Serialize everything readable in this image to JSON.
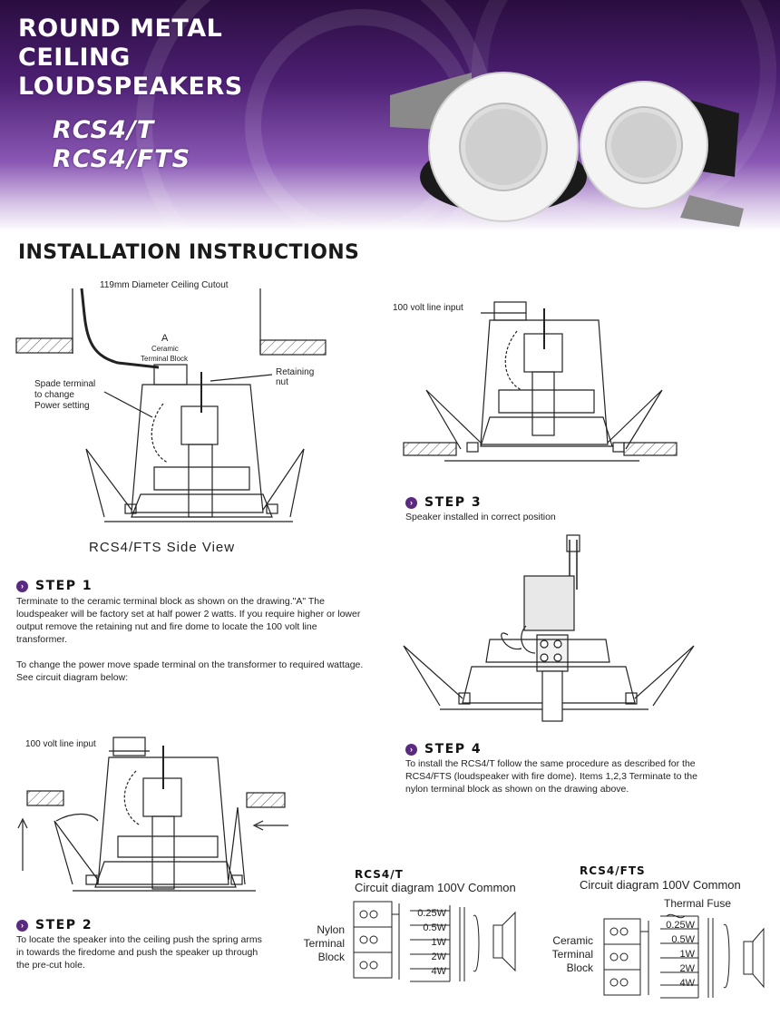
{
  "banner": {
    "title_lines": [
      "ROUND METAL",
      "CEILING",
      "LOUDSPEAKERS"
    ],
    "model_1": "RCS4/T",
    "model_2": "RCS4/FTS"
  },
  "heading": "INSTALLATION INSTRUCTIONS",
  "side_view": {
    "cutout_label": "119mm Diameter Ceiling Cutout",
    "point_a": "A",
    "terminal_label_1": "Ceramic",
    "terminal_label_2": "Terminal Block",
    "spade_label": "Spade terminal\nto change\nPower setting",
    "nut_label": "Retaining\nnut",
    "caption": "RCS4/FTS Side View"
  },
  "step1": {
    "title": "STEP 1",
    "text": "Terminate to the ceramic terminal block as shown on the drawing.\"A\" The loudspeaker will be factory set at half power 2 watts. If you require higher or lower output remove the retaining nut and fire dome to locate the 100 volt line transformer.\n\nTo change the power move spade terminal on the transformer to required wattage.\nSee circuit diagram below:"
  },
  "step2": {
    "input_label": "100 volt line input",
    "title": "STEP 2",
    "text": "To locate the speaker into the ceiling push the spring arms in towards the firedome and push the speaker up through the pre-cut hole."
  },
  "step3": {
    "input_label": "100 volt line input",
    "title": "STEP 3",
    "text": "Speaker installed in correct position"
  },
  "step4": {
    "title": "STEP 4",
    "text": "To install the RCS4/T follow the same procedure as described for the RCS4/FTS (loudspeaker with fire dome). Items 1,2,3 Terminate to the nylon terminal block as shown on the drawing above."
  },
  "circuit_t": {
    "title": "RCS4/T",
    "subtitle": "Circuit diagram 100V Common",
    "block_label": "Nylon\nTerminal\nBlock",
    "taps": [
      "0.25W",
      "0.5W",
      "1W",
      "2W",
      "4W"
    ]
  },
  "circuit_fts": {
    "title": "RCS4/FTS",
    "subtitle": "Circuit diagram 100V Common",
    "fuse_label": "Thermal Fuse",
    "block_label": "Ceramic\nTerminal\nBlock",
    "taps": [
      "0.25W",
      "0.5W",
      "1W",
      "2W",
      "4W"
    ]
  },
  "colors": {
    "accent": "#5a2a80",
    "banner_dark": "#2a0d3f"
  }
}
